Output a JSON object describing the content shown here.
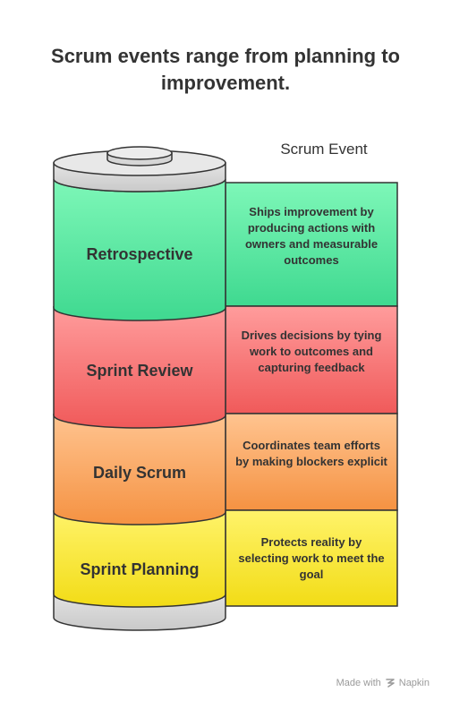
{
  "title": "Scrum events range from planning to improvement.",
  "column_label": "Scrum Event",
  "events": [
    {
      "name": "Retrospective",
      "description": "Ships improvement by producing actions with owners and measurable outcomes",
      "color_top": "#7ef7b8",
      "color_bottom": "#3fd990"
    },
    {
      "name": "Sprint Review",
      "description": "Drives decisions by tying work to outcomes and capturing feedback",
      "color_top": "#ff9c9c",
      "color_bottom": "#f05a5a"
    },
    {
      "name": "Daily Scrum",
      "description": "Coordinates team efforts by making blockers explicit",
      "color_top": "#ffc490",
      "color_bottom": "#f59242"
    },
    {
      "name": "Sprint Planning",
      "description": "Protects reality by selecting work to meet the goal",
      "color_top": "#fff36a",
      "color_bottom": "#f2dc16"
    }
  ],
  "footer": {
    "made_with": "Made with",
    "brand": "Napkin"
  }
}
